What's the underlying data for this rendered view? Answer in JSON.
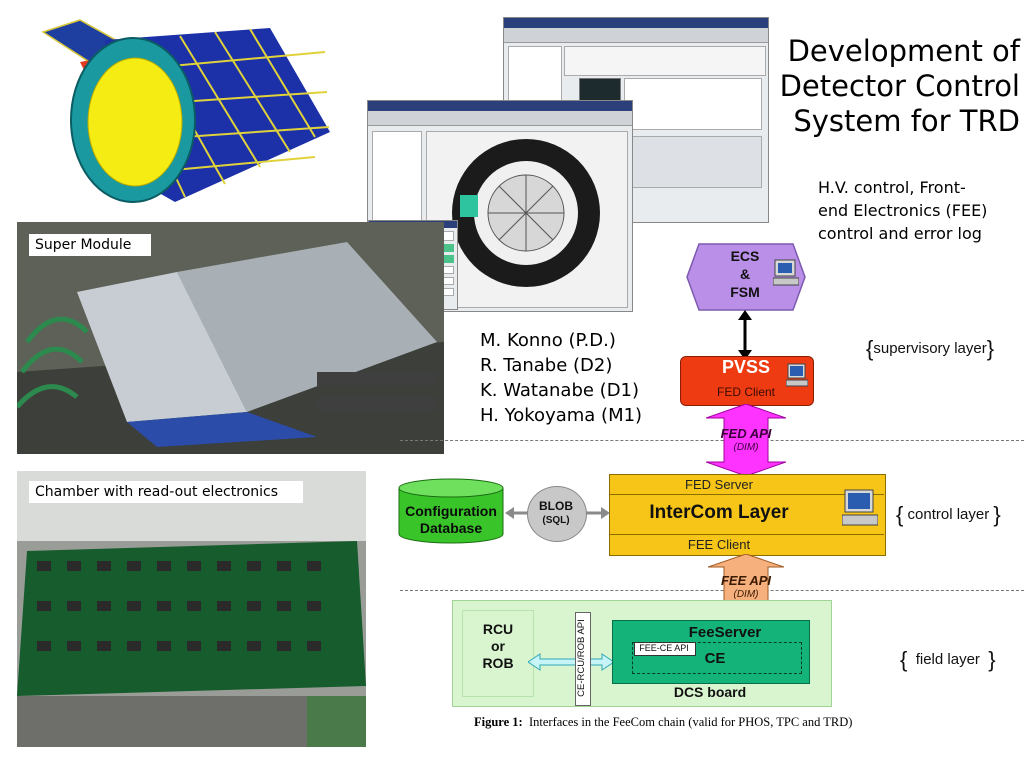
{
  "title": {
    "line1": "Development of",
    "line2": "Detector Control",
    "line3": "System for TRD"
  },
  "subtitle": {
    "line1": "H.V. control, Front-",
    "line2": "end Electronics (FEE)",
    "line3": "control and error log"
  },
  "authors": [
    "M. Konno (P.D.)",
    "R. Tanabe (D2)",
    "K. Watanabe (D1)",
    "H. Yokoyama (M1)"
  ],
  "photos": {
    "supermodule_caption": "Super Module",
    "chamber_caption": "Chamber with read-out electronics"
  },
  "diagram": {
    "ecs": {
      "line1": "ECS",
      "line2": "&",
      "line3": "FSM"
    },
    "pvss": {
      "name": "PVSS",
      "sub": "FED Client"
    },
    "fed_api": {
      "name": "FED API",
      "sub": "(DIM)"
    },
    "intercom": {
      "top": "FED Server",
      "name": "InterCom Layer",
      "bottom": "FEE Client"
    },
    "config_db": {
      "line1": "Configuration",
      "line2": "Database"
    },
    "blob": {
      "name": "BLOB",
      "sub": "(SQL)"
    },
    "fee_api": {
      "name": "FEE API",
      "sub": "(DIM)"
    },
    "rcu": {
      "line1": "RCU",
      "line2": "or",
      "line3": "ROB"
    },
    "vertical_api": "CE-RCU/ROB API",
    "feeserver": {
      "name": "FeeServer",
      "api": "FEE-CE API",
      "ce": "CE",
      "board": "DCS board"
    },
    "layers": {
      "supervisory": "supervisory layer",
      "control": "control layer",
      "field": "field layer"
    },
    "figure_caption_label": "Figure 1:",
    "figure_caption_text": "Interfaces in the FeeCom chain (valid for PHOS, TPC and TRD)"
  },
  "colors": {
    "ecs": "#b98fe8",
    "pvss": "#ee3b12",
    "fed_api": "#ff33ff",
    "intercom": "#f7c518",
    "config_db": "#39c42a",
    "blob": "#c8c8c8",
    "fee_api": "#f6b07e",
    "feeserver": "#13b37a",
    "rcu_board": "#d9f5d0"
  }
}
